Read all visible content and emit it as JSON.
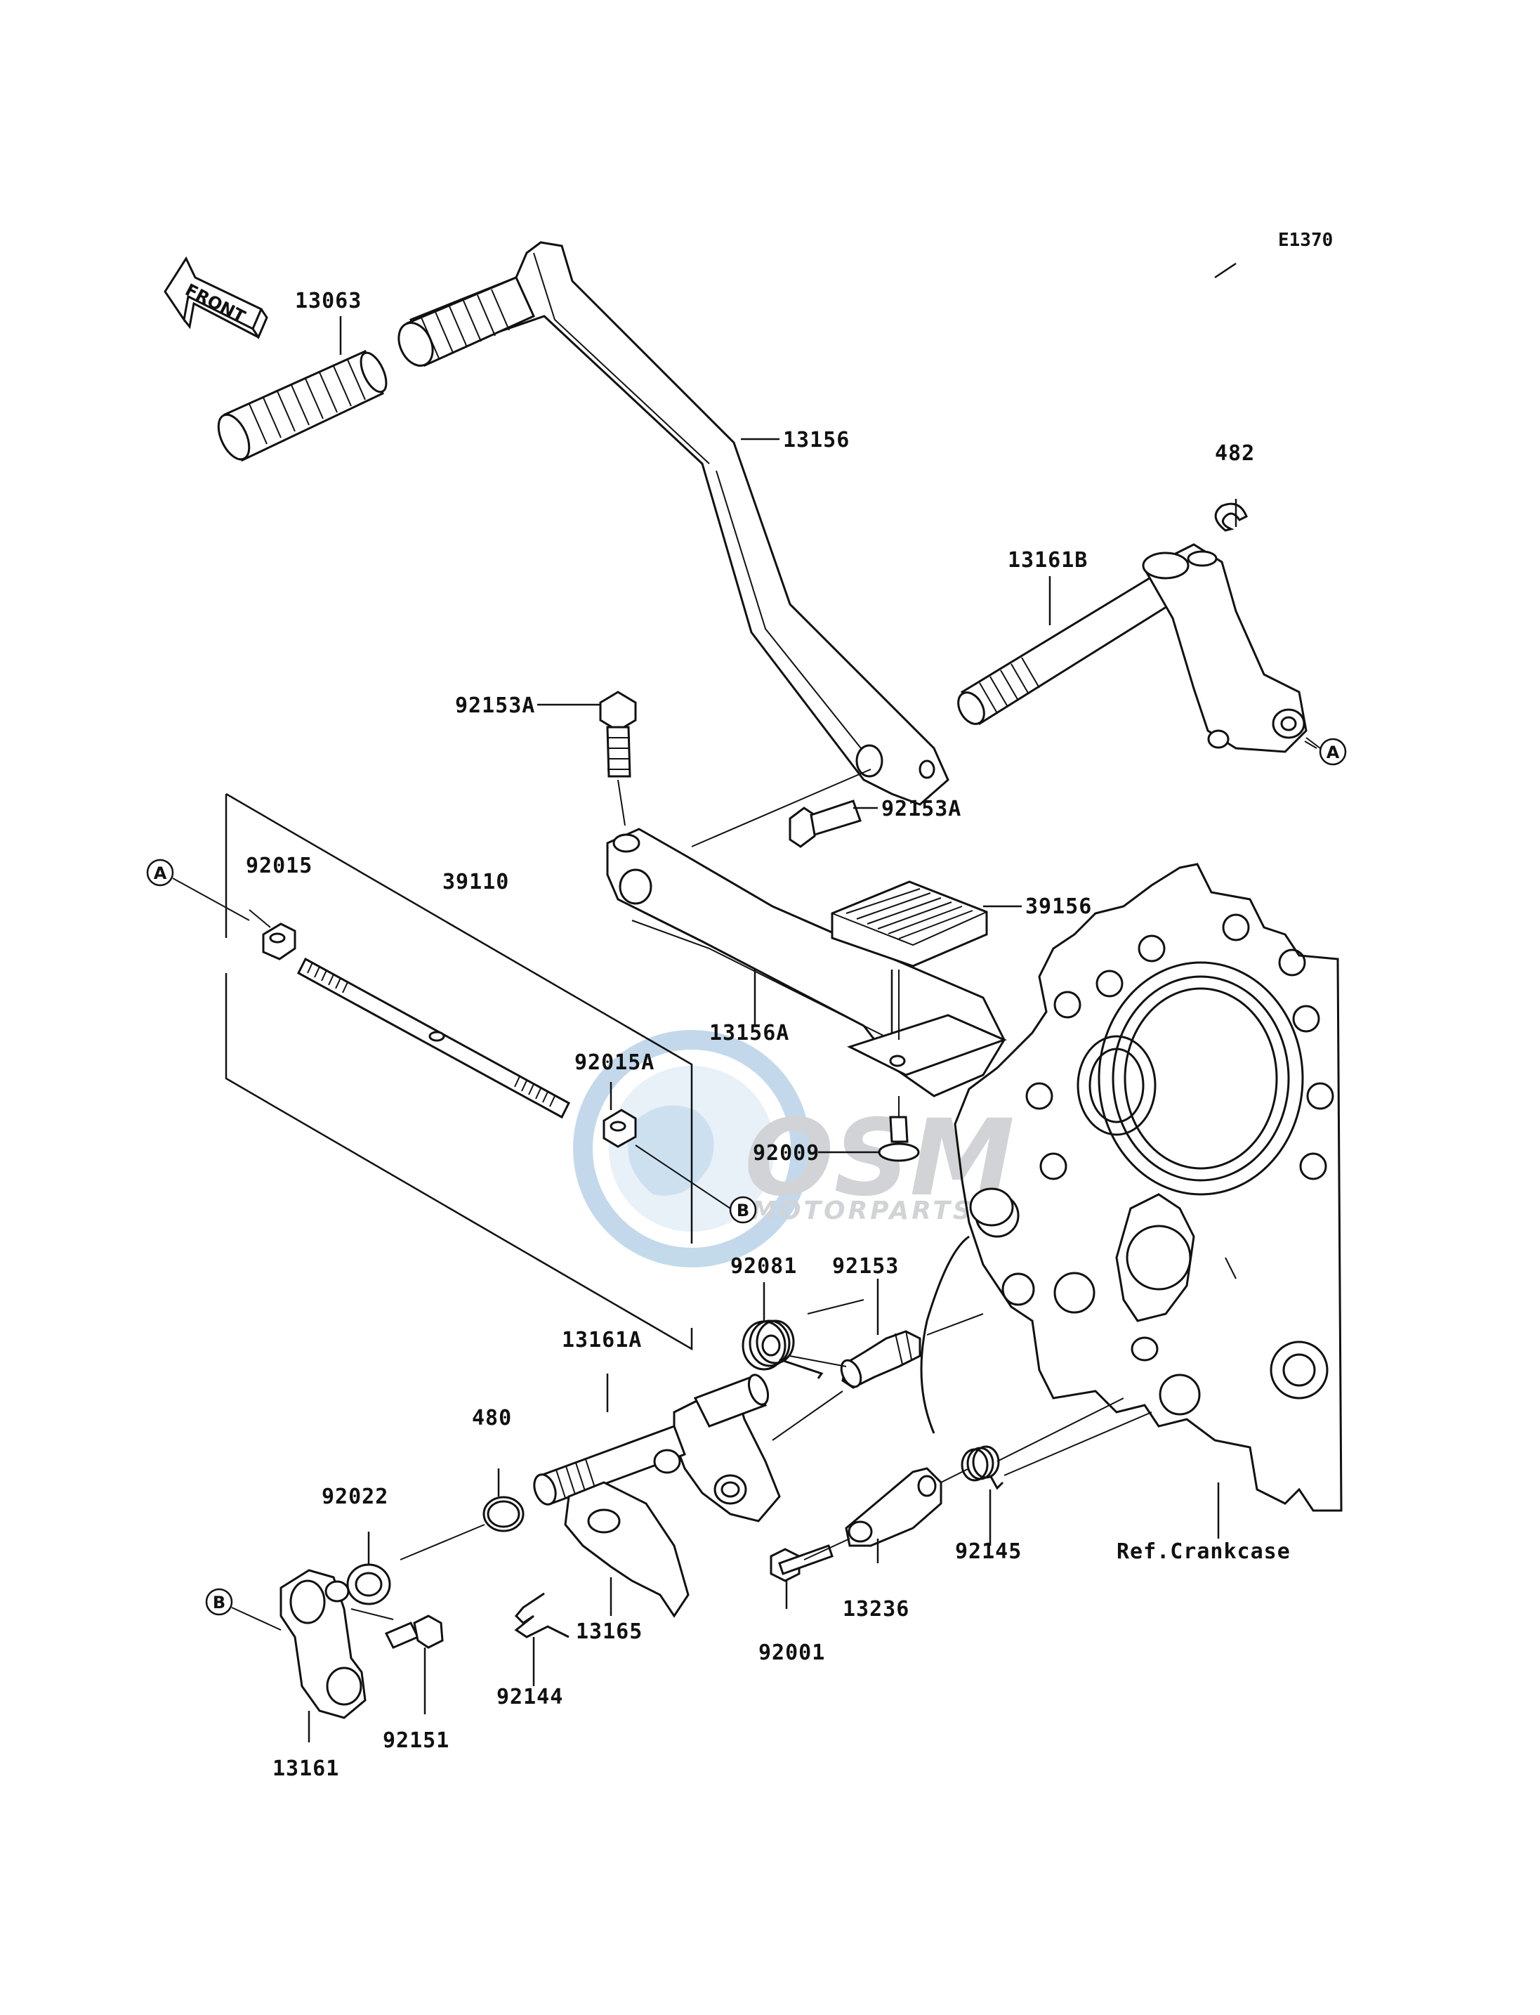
{
  "diagram": {
    "code": "E1370",
    "front_arrow_label": "FRONT",
    "reference_label": "Ref.Crankcase",
    "watermark": {
      "brand": "OSM",
      "sub": "MOTORPARTS",
      "colors": {
        "primary": "#b9d3e8",
        "secondary": "#c9ccd0"
      }
    },
    "parts": [
      {
        "id": "13063",
        "label": "13063"
      },
      {
        "id": "13156",
        "label": "13156"
      },
      {
        "id": "482",
        "label": "482"
      },
      {
        "id": "13161B",
        "label": "13161B"
      },
      {
        "id": "92153A_top",
        "label": "92153A"
      },
      {
        "id": "92153A_mid",
        "label": "92153A"
      },
      {
        "id": "92015",
        "label": "92015"
      },
      {
        "id": "39110",
        "label": "39110"
      },
      {
        "id": "39156",
        "label": "39156"
      },
      {
        "id": "13156A",
        "label": "13156A"
      },
      {
        "id": "92015A",
        "label": "92015A"
      },
      {
        "id": "92009",
        "label": "92009"
      },
      {
        "id": "92081",
        "label": "92081"
      },
      {
        "id": "92153",
        "label": "92153"
      },
      {
        "id": "13161A",
        "label": "13161A"
      },
      {
        "id": "480",
        "label": "480"
      },
      {
        "id": "92022",
        "label": "92022"
      },
      {
        "id": "92145",
        "label": "92145"
      },
      {
        "id": "13236",
        "label": "13236"
      },
      {
        "id": "92001",
        "label": "92001"
      },
      {
        "id": "13165",
        "label": "13165"
      },
      {
        "id": "92144",
        "label": "92144"
      },
      {
        "id": "92151",
        "label": "92151"
      },
      {
        "id": "13161",
        "label": "13161"
      }
    ],
    "markers": [
      {
        "id": "A_left",
        "label": "A"
      },
      {
        "id": "A_right",
        "label": "A"
      },
      {
        "id": "B_mid",
        "label": "B"
      },
      {
        "id": "B_left",
        "label": "B"
      }
    ]
  }
}
